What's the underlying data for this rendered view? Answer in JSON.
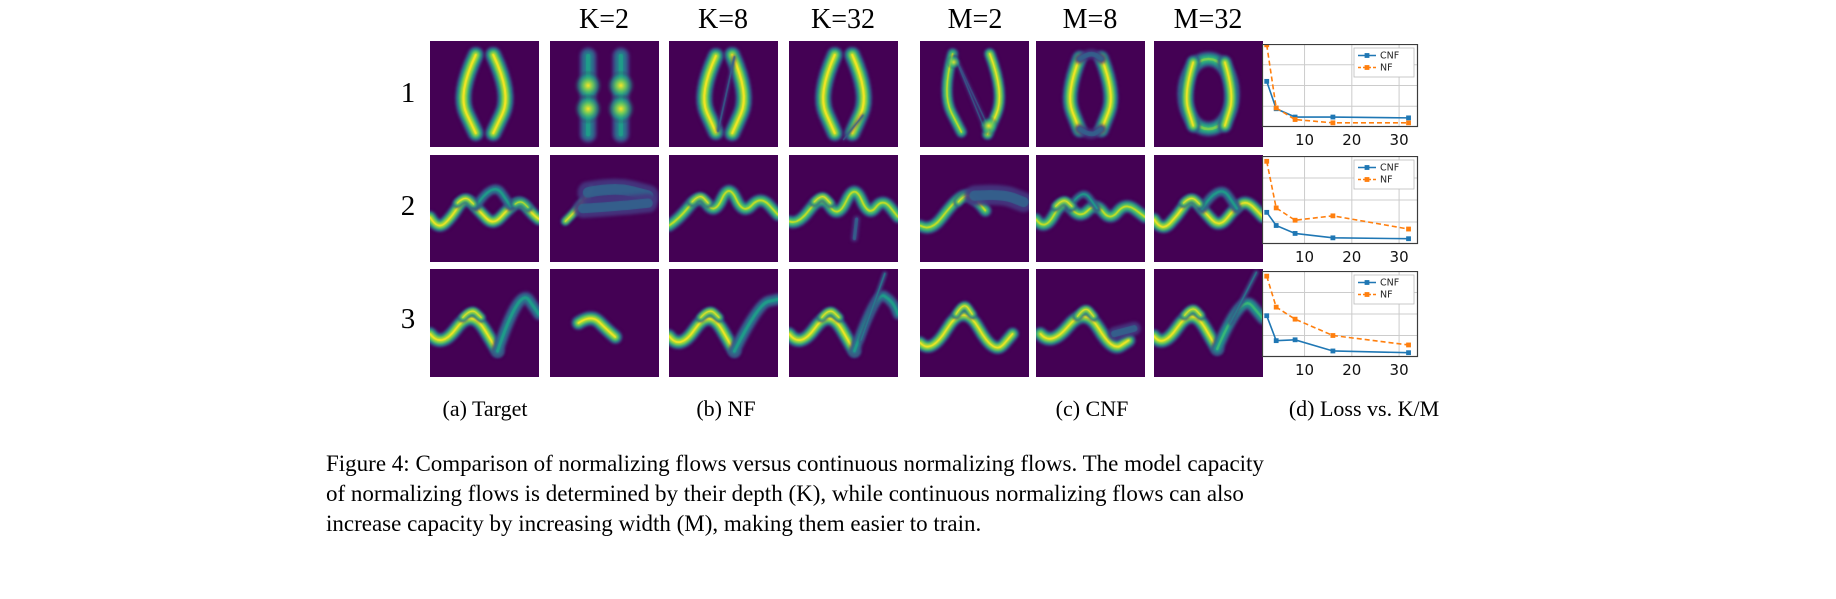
{
  "figure": {
    "col_headers": [
      {
        "label": "K=2"
      },
      {
        "label": "K=8"
      },
      {
        "label": "K=32"
      },
      {
        "label": "M=2"
      },
      {
        "label": "M=8"
      },
      {
        "label": "M=32"
      }
    ],
    "row_labels": [
      "1",
      "2",
      "3"
    ],
    "subcaptions": [
      {
        "label": "(a) Target"
      },
      {
        "label": "(b) NF"
      },
      {
        "label": "(c) CNF"
      },
      {
        "label": "(d) Loss vs. K/M"
      }
    ],
    "caption_lines": [
      "Figure 4: Comparison of normalizing flows versus continuous normalizing flows. The model capacity",
      "of normalizing flows is determined by their depth (K), while continuous normalizing flows can also",
      "increase capacity by increasing width (M), making them easier to train."
    ],
    "colormap": "viridis",
    "heatmap_bg": "#440154",
    "panel_columns": [
      "Target",
      "K=2",
      "K=8",
      "K=32",
      "M=2",
      "M=8",
      "M=32"
    ],
    "panels": [
      {
        "row": 1,
        "col": "Target",
        "pattern": "row1_target"
      },
      {
        "row": 1,
        "col": "K=2",
        "pattern": "row1_k2"
      },
      {
        "row": 1,
        "col": "K=8",
        "pattern": "row1_k8"
      },
      {
        "row": 1,
        "col": "K=32",
        "pattern": "row1_k32"
      },
      {
        "row": 1,
        "col": "M=2",
        "pattern": "row1_m2"
      },
      {
        "row": 1,
        "col": "M=8",
        "pattern": "row1_m8"
      },
      {
        "row": 1,
        "col": "M=32",
        "pattern": "row1_m32"
      },
      {
        "row": 2,
        "col": "Target",
        "pattern": "row2_target"
      },
      {
        "row": 2,
        "col": "K=2",
        "pattern": "row2_k2"
      },
      {
        "row": 2,
        "col": "K=8",
        "pattern": "row2_k8"
      },
      {
        "row": 2,
        "col": "K=32",
        "pattern": "row2_k32"
      },
      {
        "row": 2,
        "col": "M=2",
        "pattern": "row2_m2"
      },
      {
        "row": 2,
        "col": "M=8",
        "pattern": "row2_m8"
      },
      {
        "row": 2,
        "col": "M=32",
        "pattern": "row2_m32"
      },
      {
        "row": 3,
        "col": "Target",
        "pattern": "row3_target"
      },
      {
        "row": 3,
        "col": "K=2",
        "pattern": "row3_k2"
      },
      {
        "row": 3,
        "col": "K=8",
        "pattern": "row3_k8"
      },
      {
        "row": 3,
        "col": "K=32",
        "pattern": "row3_k32"
      },
      {
        "row": 3,
        "col": "M=2",
        "pattern": "row3_m2"
      },
      {
        "row": 3,
        "col": "M=8",
        "pattern": "row3_m8"
      },
      {
        "row": 3,
        "col": "M=32",
        "pattern": "row3_m32"
      }
    ]
  },
  "chart_data": [
    {
      "type": "line",
      "row": 1,
      "title": "",
      "x": [
        2,
        4,
        8,
        16,
        32
      ],
      "xlim": [
        1,
        34
      ],
      "xticks": [
        10,
        20,
        30
      ],
      "grid": true,
      "legend_position": "upper right",
      "series": [
        {
          "name": "CNF",
          "color": "#1f77b4",
          "line": "solid",
          "marker": "square",
          "y_norm": [
            0.55,
            0.22,
            0.12,
            0.12,
            0.11
          ]
        },
        {
          "name": "NF",
          "color": "#ff7f0e",
          "line": "dashed",
          "marker": "square",
          "y_norm": [
            0.99,
            0.23,
            0.09,
            0.05,
            0.05
          ]
        }
      ]
    },
    {
      "type": "line",
      "row": 2,
      "title": "",
      "x": [
        2,
        4,
        8,
        16,
        32
      ],
      "xlim": [
        1,
        34
      ],
      "xticks": [
        10,
        20,
        30
      ],
      "grid": true,
      "legend_position": "upper right",
      "series": [
        {
          "name": "CNF",
          "color": "#1f77b4",
          "line": "solid",
          "marker": "square",
          "y_norm": [
            0.36,
            0.21,
            0.12,
            0.07,
            0.06
          ]
        },
        {
          "name": "NF",
          "color": "#ff7f0e",
          "line": "dashed",
          "marker": "square",
          "y_norm": [
            0.94,
            0.41,
            0.27,
            0.32,
            0.17
          ]
        }
      ]
    },
    {
      "type": "line",
      "row": 3,
      "title": "",
      "x": [
        2,
        4,
        8,
        16,
        32
      ],
      "xlim": [
        1,
        34
      ],
      "xticks": [
        10,
        20,
        30
      ],
      "grid": true,
      "legend_position": "upper right",
      "series": [
        {
          "name": "CNF",
          "color": "#1f77b4",
          "line": "solid",
          "marker": "square",
          "y_norm": [
            0.48,
            0.19,
            0.2,
            0.07,
            0.05
          ]
        },
        {
          "name": "NF",
          "color": "#ff7f0e",
          "line": "dashed",
          "marker": "square",
          "y_norm": [
            0.94,
            0.58,
            0.44,
            0.25,
            0.14
          ]
        }
      ]
    }
  ]
}
